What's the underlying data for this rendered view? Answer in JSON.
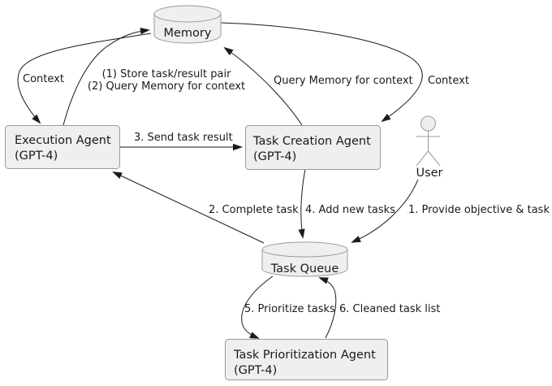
{
  "nodes": {
    "memory": {
      "label": "Memory",
      "shape": "cylinder"
    },
    "execution_agent": {
      "label": "Execution Agent",
      "sublabel": "(GPT-4)",
      "shape": "box"
    },
    "task_creation_agent": {
      "label": "Task Creation Agent",
      "sublabel": "(GPT-4)",
      "shape": "box"
    },
    "task_queue": {
      "label": "Task Queue",
      "shape": "cylinder"
    },
    "task_prioritization_agent": {
      "label": "Task Prioritization Agent",
      "sublabel": "(GPT-4)",
      "shape": "box"
    },
    "user": {
      "label": "User",
      "shape": "actor"
    }
  },
  "edges": {
    "memory_to_execution": {
      "label": "Context"
    },
    "execution_to_memory": {
      "label_line1": "(1) Store task/result pair",
      "label_line2": "(2) Query Memory for context"
    },
    "task_creation_to_memory": {
      "label": "Query Memory for context"
    },
    "memory_to_task_creation": {
      "label": "Context"
    },
    "execution_to_task_creation": {
      "label": "3. Send task result"
    },
    "task_queue_to_execution": {
      "label": "2. Complete task"
    },
    "task_creation_to_task_queue": {
      "label": "4. Add new tasks"
    },
    "user_to_task_queue": {
      "label": "1. Provide objective & task"
    },
    "task_queue_to_prioritization": {
      "label": "5. Prioritize tasks"
    },
    "prioritization_to_task_queue": {
      "label": "6. Cleaned task list"
    }
  },
  "colors": {
    "background": "#ffffff",
    "node_fill": "#efefef",
    "node_stroke": "#9a9a9a",
    "edge_stroke": "#1a1a1a",
    "text": "#1a1a1a"
  }
}
